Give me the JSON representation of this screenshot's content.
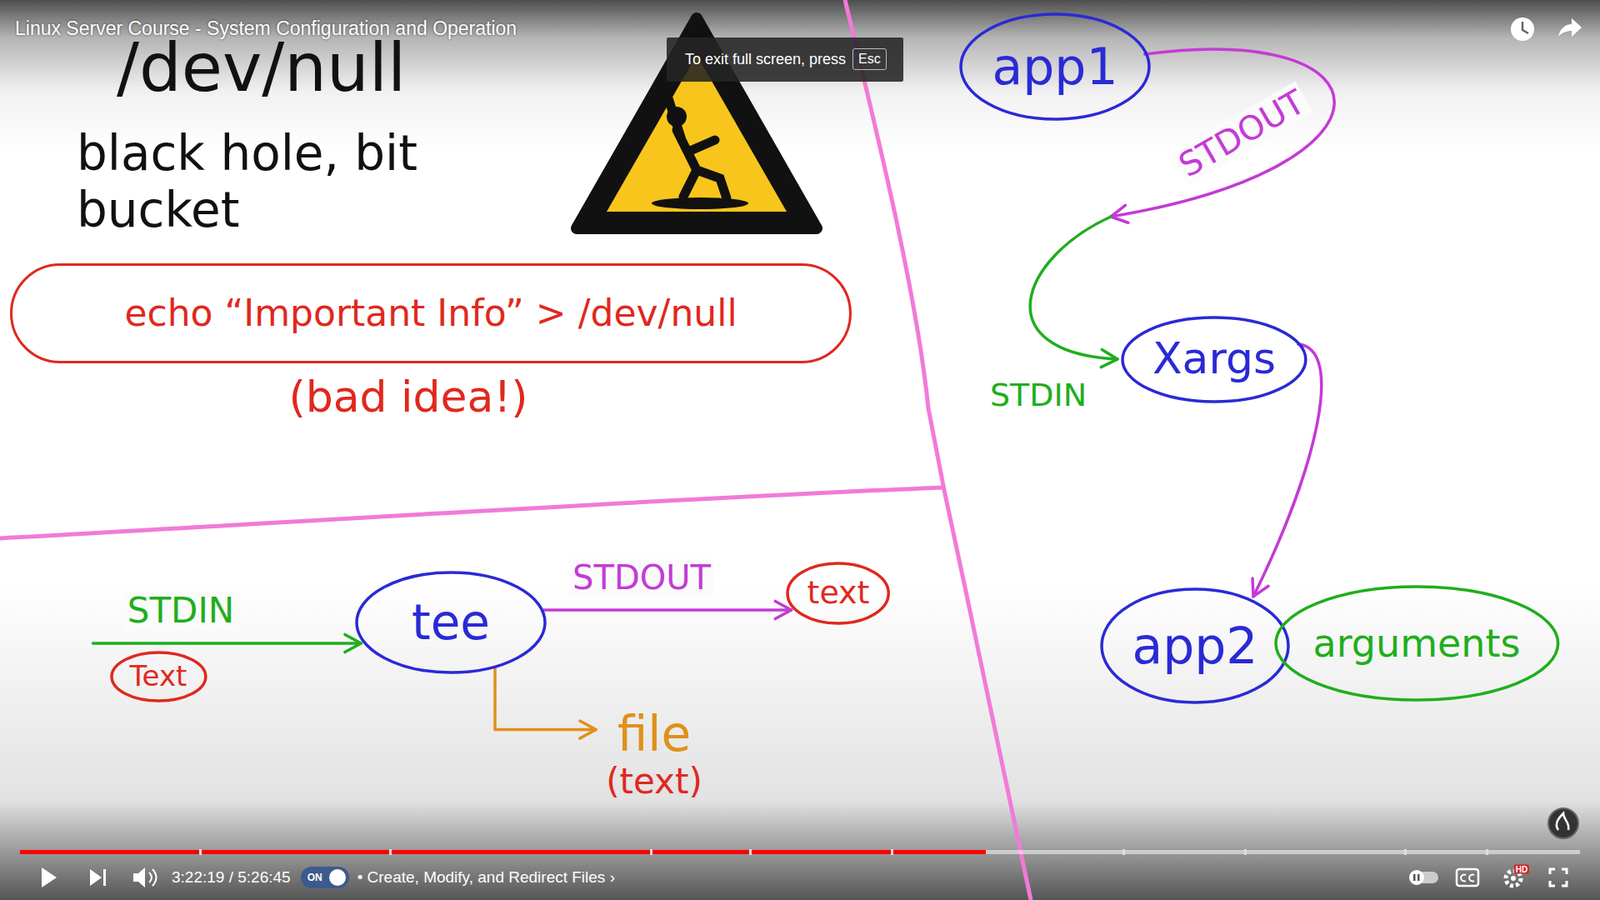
{
  "diagram": {
    "title": "Linux Server Course - System Configuration and Operation",
    "nodes": [
      {
        "text": [
          "echo “Important Info” > /dev/null"
        ]
      },
      {
        "text": [
          "app1"
        ]
      },
      {
        "text": [
          "Xargs"
        ]
      },
      {
        "text": [
          "app2"
        ]
      },
      {
        "text": [
          "arguments"
        ]
      },
      {
        "text": [
          "Text"
        ]
      },
      {
        "text": [
          "tee"
        ]
      },
      {
        "text": [
          "text"
        ]
      },
      {
        "text": [
          "file",
          "(text)"
        ]
      }
    ],
    "edges": [
      {
        "from": 1,
        "to": 2,
        "arrow": "to",
        "label": "STDOUT"
      },
      {
        "from": 2,
        "to": 3,
        "arrow": "to"
      },
      {
        "from": 5,
        "to": 6,
        "arrow": "to",
        "label": "STDIN"
      },
      {
        "from": 6,
        "to": 7,
        "arrow": "to",
        "label": "STDOUT"
      },
      {
        "from": 6,
        "to": 8,
        "arrow": "to"
      }
    ],
    "labels": [
      "/dev/null",
      "black hole, bit bucket",
      "(bad idea!)",
      "STDIN",
      "To exit full screen, press",
      "Esc",
      "3:22:19 / 5:26:45",
      "ON",
      "• Create, Modify, and Redirect Files ›",
      "HD"
    ]
  }
}
